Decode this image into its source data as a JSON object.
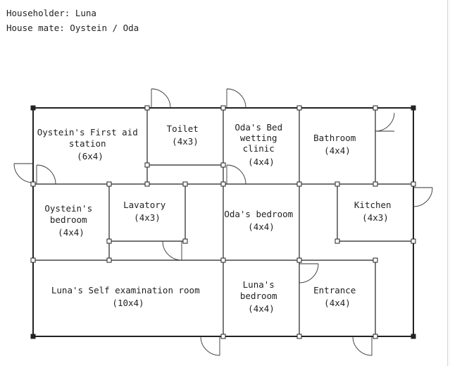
{
  "header": {
    "householder": "Householder: Luna",
    "housemates": "House mate: Oystein / Oda"
  },
  "rooms": [
    {
      "id": "first-aid",
      "lines": [
        "Oystein's First aid",
        "station",
        "(6x4)"
      ]
    },
    {
      "id": "toilet",
      "lines": [
        "Toilet",
        "(4x3)"
      ]
    },
    {
      "id": "bedwetting-clinic",
      "lines": [
        "Oda's Bed",
        "wetting",
        "clinic",
        "(4x4)"
      ]
    },
    {
      "id": "bathroom",
      "lines": [
        "Bathroom",
        "(4x4)"
      ]
    },
    {
      "id": "oystein-bedroom",
      "lines": [
        "Oystein's",
        "bedroom",
        "(4x4)"
      ]
    },
    {
      "id": "lavatory",
      "lines": [
        "Lavatory",
        "(4x3)"
      ]
    },
    {
      "id": "oda-bedroom",
      "lines": [
        "Oda's bedroom",
        "(4x4)"
      ]
    },
    {
      "id": "kitchen",
      "lines": [
        "Kitchen",
        "(4x3)"
      ]
    },
    {
      "id": "self-exam",
      "lines": [
        "Luna's Self examination room",
        "(10x4)"
      ]
    },
    {
      "id": "luna-bedroom",
      "lines": [
        "Luna's",
        "bedroom",
        "(4x4)"
      ]
    },
    {
      "id": "entrance",
      "lines": [
        "Entrance",
        "(4x4)"
      ]
    }
  ]
}
